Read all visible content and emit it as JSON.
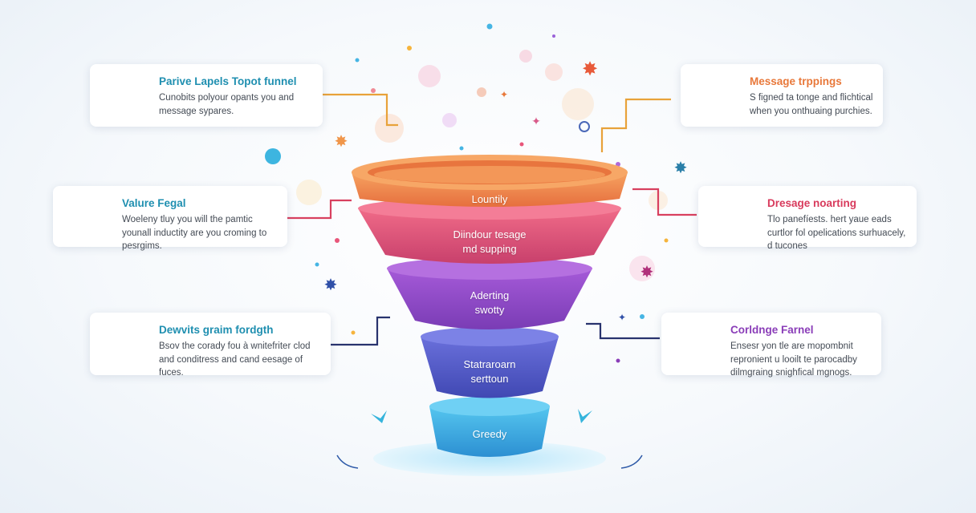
{
  "funnel": {
    "stages": [
      {
        "label": "Lountily",
        "color": "#f08a45"
      },
      {
        "label": "Diindour tesage\nmd supping",
        "color": "#e8567a"
      },
      {
        "label": "Aderting\nswotty",
        "color": "#9548c9"
      },
      {
        "label": "Statraroarn\nserttoun",
        "color": "#5a60cf"
      },
      {
        "label": "Greedy",
        "color": "#3fb2e6"
      }
    ]
  },
  "cards": {
    "top_left": {
      "title": "Parive Lapels Topot funnel",
      "description": "Cunobits polyour opants you and message sypares.",
      "accent": "#1f8fb0",
      "icon": "form-document-icon"
    },
    "mid_left": {
      "title": "Valure Fegal",
      "description": "Woeleny tluy you will the pamtic younall inductity are you croming to pesrgims.",
      "accent": "#1f8fb0",
      "icon": "profile-document-icon"
    },
    "bottom_left": {
      "title": "Dewvits graim fordgth",
      "description": "Bsov the corady fou à wnitefriter clod and conditress and cand eesage of fuces.",
      "accent": "#1f8fb0",
      "icon": "monitor-icon"
    },
    "top_right": {
      "title": "Message trppings",
      "description": "S figned ta tonge and flichtical when you onthuaing purchies.",
      "accent": "#e8783a",
      "icon": "document-icon"
    },
    "mid_right": {
      "title": "Dresage noarting",
      "description": "Tlo panefíests. hert yaue eads curtlor fol opelications surhuacely, d tucones",
      "accent": "#d83a5c",
      "icon": "at-sign-icon"
    },
    "bottom_right": {
      "title": "Corldnge Farnel",
      "description": "Ensesr yon tle are mopombnit repronient u looilt te parocadby dilmgraing snighfical mgnogs.",
      "accent": "#8a3db8",
      "icon": "checked-document-icon"
    }
  },
  "colors": {
    "connector_orange": "#e8a23a",
    "connector_pink": "#d8405f",
    "connector_navy": "#28336e"
  }
}
